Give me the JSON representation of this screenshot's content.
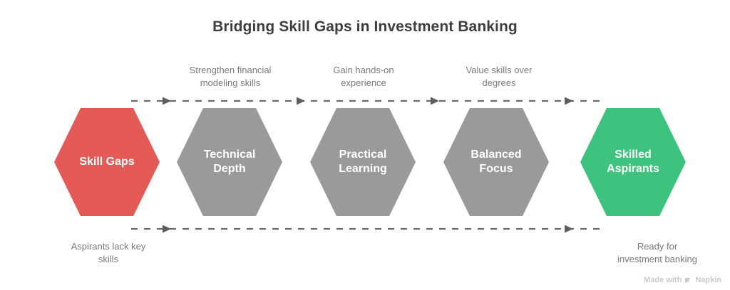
{
  "title": "Bridging Skill Gaps in Investment Banking",
  "colors": {
    "start": "#E45A57",
    "middle": "#9A9A9A",
    "end": "#3EC37F",
    "title_text": "#3f3f3f",
    "caption_text": "#7a7a7a",
    "node_text": "#ffffff",
    "connector": "#6b6b6b",
    "watermark": "#c9c9c9",
    "background": "#ffffff"
  },
  "nodes": [
    {
      "label": "Skill Gaps",
      "color": "#E45A57",
      "role": "start"
    },
    {
      "label": "Technical\nDepth",
      "color": "#9A9A9A",
      "role": "step"
    },
    {
      "label": "Practical\nLearning",
      "color": "#9A9A9A",
      "role": "step"
    },
    {
      "label": "Balanced\nFocus",
      "color": "#9A9A9A",
      "role": "step"
    },
    {
      "label": "Skilled\nAspirants",
      "color": "#3EC37F",
      "role": "end"
    }
  ],
  "top_captions": [
    "Strengthen financial\nmodeling skills",
    "Gain hands-on\nexperience",
    "Value skills over\ndegrees"
  ],
  "bottom_captions": {
    "start": "Aspirants lack key\nskills",
    "end": "Ready for\ninvestment banking"
  },
  "watermark": {
    "text": "Made with",
    "brand": "Napkin",
    "icon": "napkin-logo-icon"
  }
}
